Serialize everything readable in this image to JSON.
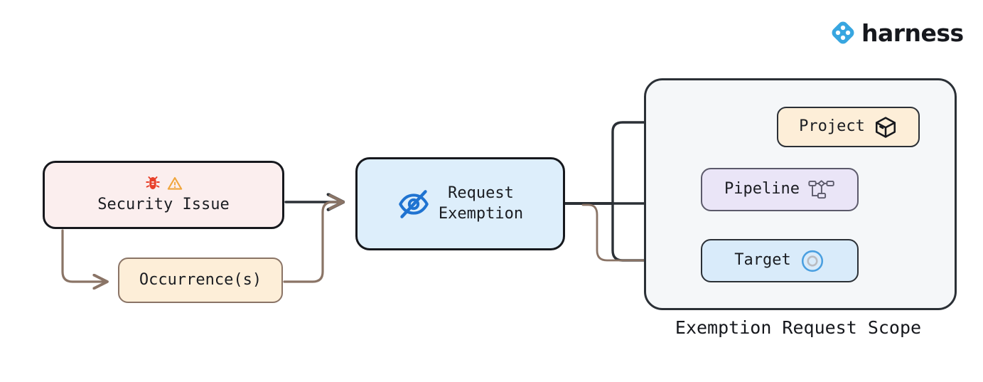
{
  "brand": {
    "name": "harness",
    "logo_icon": "harness-diamond-logo-icon",
    "logo_color": "#38a6e0",
    "text_color": "#16181d"
  },
  "diagram": {
    "type": "flow-diagram",
    "title": "",
    "nodes": [
      {
        "id": "security-issue",
        "label": "Security Issue",
        "icons": [
          "bug-icon",
          "warning-triangle-icon"
        ],
        "fill": "#fbeeee",
        "border": "#16181d"
      },
      {
        "id": "occurrences",
        "label": "Occurrence(s)",
        "icons": [],
        "fill": "#fdeed8",
        "border": "#8a7466"
      },
      {
        "id": "request-exemption",
        "label": "Request\nExemption",
        "label_line1": "Request",
        "label_line2": "Exemption",
        "icons": [
          "eye-off-icon"
        ],
        "fill": "#ddeefb",
        "border": "#16181d"
      },
      {
        "id": "project",
        "label": "Project",
        "icons": [
          "cube-icon"
        ],
        "fill": "#fdeed8",
        "border": "#2b3036"
      },
      {
        "id": "pipeline",
        "label": "Pipeline",
        "icons": [
          "pipeline-nodes-icon"
        ],
        "fill": "#eae5f7",
        "border": "#5c5a6b"
      },
      {
        "id": "target",
        "label": "Target",
        "icons": [
          "target-circles-icon"
        ],
        "fill": "#d9ebfa",
        "border": "#2b3036"
      }
    ],
    "group": {
      "id": "exemption-request-scope",
      "caption": "Exemption Request Scope",
      "fill": "#f5f7f9",
      "border": "#2b3036"
    },
    "edges": [
      {
        "from": "security-issue",
        "to": "request-exemption",
        "color": "#2b3036"
      },
      {
        "from": "security-issue",
        "to": "occurrences",
        "color": "#8a7466"
      },
      {
        "from": "occurrences",
        "to": "request-exemption",
        "color": "#8a7466"
      },
      {
        "from": "request-exemption",
        "to": "project",
        "color": "#2b3036"
      },
      {
        "from": "request-exemption",
        "to": "pipeline",
        "color": "#2b3036"
      },
      {
        "from": "request-exemption",
        "to": "target",
        "color": "#2b3036"
      },
      {
        "from": "request-exemption",
        "to": "target",
        "color": "#8a7466"
      },
      {
        "from": "project",
        "to": "pipeline",
        "color": "#2b3036"
      },
      {
        "from": "project",
        "to": "target",
        "color": "#2b3036"
      }
    ]
  },
  "colors": {
    "bug_red": "#e8402a",
    "warning_orange": "#f0a53c",
    "eye_blue": "#1f73d1",
    "target_ring_blue": "#4a9fe0",
    "target_ring_inner": "#b9bcc2",
    "edge_dark": "#2b3036",
    "edge_brown": "#8a7466",
    "canvas": "#ffffff"
  }
}
